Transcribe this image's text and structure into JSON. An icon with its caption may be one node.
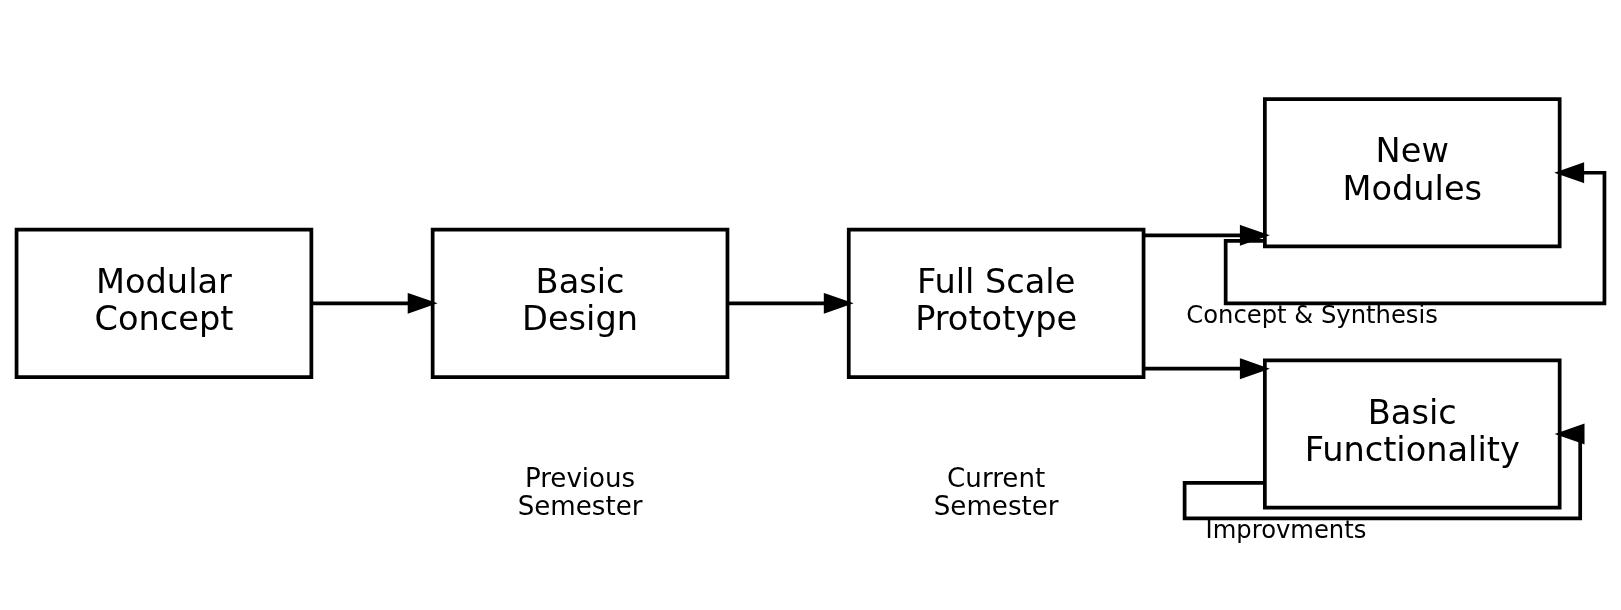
{
  "diagram": {
    "nodes": [
      {
        "text": [
          "Modular Concept"
        ]
      },
      {
        "text": [
          "Basic Design"
        ]
      },
      {
        "text": [
          "Full Scale Prototype"
        ]
      },
      {
        "text": [
          "New Modules"
        ]
      },
      {
        "text": [
          "Basic Functionality"
        ]
      }
    ],
    "edges": [
      {
        "from": 0,
        "to": 1,
        "arrow": "to"
      },
      {
        "from": 1,
        "to": 2,
        "arrow": "to"
      },
      {
        "from": 2,
        "to": 3,
        "arrow": "to"
      },
      {
        "from": 2,
        "to": 4,
        "arrow": "to"
      },
      {
        "from": 3,
        "to": 3,
        "arrow": "to",
        "label": "Concept & Synthesis"
      },
      {
        "from": 4,
        "to": 4,
        "arrow": "to",
        "label": "Improvments"
      }
    ],
    "labels": [
      "Previous Semester",
      "Current Semester"
    ]
  }
}
